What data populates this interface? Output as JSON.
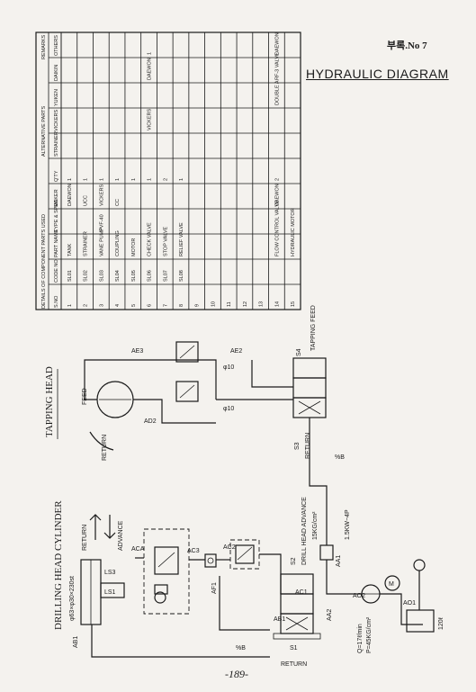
{
  "page_label": "부록.No 7",
  "diagram_title": "HYDRAULIC DIAGRAM",
  "footer": "-189-",
  "sections": {
    "drilling_head": "DRILLING HEAD CYLINDER",
    "drilling_spec": "φ63×φ30×230st",
    "tapping_head": "TAPPING HEAD",
    "return": "RETURN",
    "advance": "ADVANCE",
    "feed": "FEED",
    "drill_head_advance": "DRILL HEAD ADVANCE",
    "tapping_feed": "TAPPING FEED",
    "pressure_setting": "15KG/cm²",
    "motor": "1.5KW−4P",
    "flow": "Q=17ℓ/min",
    "pressure": "P=45KG/cm²",
    "tank": "120ℓ"
  },
  "labels": {
    "ls1": "LS1",
    "ls3": "LS3",
    "aca": "ACA",
    "ac3": "AC3",
    "ac2": "AC2",
    "ac1": "AC1",
    "ab1a": "AB1",
    "ab1b": "AB1",
    "af1": "AF1",
    "ae3": "AE3",
    "ae2": "AE2",
    "ad2": "AD2",
    "aa1": "AA1",
    "aa2": "AA2",
    "ao1": "AO1",
    "ao2": "AO2",
    "s1": "S1",
    "s2": "S2",
    "s3": "S3",
    "s4": "S4",
    "pipe_a": "%B",
    "pipe_b": "%B",
    "phi10a": "φ10",
    "phi10b": "φ10",
    "m": "M"
  },
  "table": {
    "group_headers": [
      "DETAILS OF COMPONENT PARTS USED",
      "ALTERNATIVE PARTS",
      "REMARKS"
    ],
    "columns": [
      "S.NO",
      "CODE NO",
      "PART NAME",
      "TYPE & SPEC",
      "MAKER",
      "Q'TY",
      "STRAINER",
      "VICKERS",
      "YUKEN",
      "DAIKIN",
      "OTHERS"
    ],
    "rows": [
      [
        "1",
        "SL01",
        "TANK",
        "",
        "DAEWON",
        "1",
        "",
        "",
        "",
        "",
        ""
      ],
      [
        "2",
        "SL02",
        "STRAINER",
        "",
        "UCC",
        "1",
        "",
        "",
        "",
        "",
        ""
      ],
      [
        "3",
        "SL03",
        "VANE PUMP",
        "PVF-40",
        "VICKERS",
        "1",
        "",
        "",
        "",
        "",
        ""
      ],
      [
        "4",
        "SL04",
        "COUPLING",
        "",
        "CC",
        "1",
        "",
        "",
        "",
        "",
        ""
      ],
      [
        "5",
        "SL05",
        "MOTOR",
        "",
        "",
        "1",
        "",
        "",
        "",
        "",
        ""
      ],
      [
        "6",
        "SL06",
        "CHECK VALVE",
        "",
        "",
        "1",
        "",
        "VICKERS",
        "",
        "DAEWON",
        "1"
      ],
      [
        "7",
        "SL07",
        "STOP VALVE",
        "",
        "",
        "2",
        "",
        "",
        "",
        "",
        ""
      ],
      [
        "8",
        "SL08",
        "RELIEF VALVE",
        "",
        "",
        "1",
        "",
        "",
        "",
        "",
        ""
      ],
      [
        "9",
        "",
        "",
        "",
        "",
        "",
        "",
        "",
        "",
        "",
        ""
      ],
      [
        "10",
        "",
        "",
        "",
        "",
        "",
        "",
        "",
        "",
        "",
        ""
      ],
      [
        "11",
        "",
        "",
        "",
        "",
        "",
        "",
        "",
        "",
        "",
        ""
      ],
      [
        "12",
        "",
        "",
        "",
        "",
        "",
        "",
        "",
        "",
        "",
        ""
      ],
      [
        "13",
        "",
        "",
        "",
        "",
        "",
        "",
        "",
        "",
        "",
        ""
      ],
      [
        "14",
        "",
        "FLOW CONTROL VALVE",
        "",
        "DAEWON",
        "2",
        "",
        "",
        "DOUBLE A",
        "RF-3 VALVE",
        "DAEWON"
      ],
      [
        "15",
        "",
        "HYDRAULIC MOTOR",
        "",
        "",
        "",
        "",
        "",
        "",
        "",
        ""
      ]
    ]
  }
}
